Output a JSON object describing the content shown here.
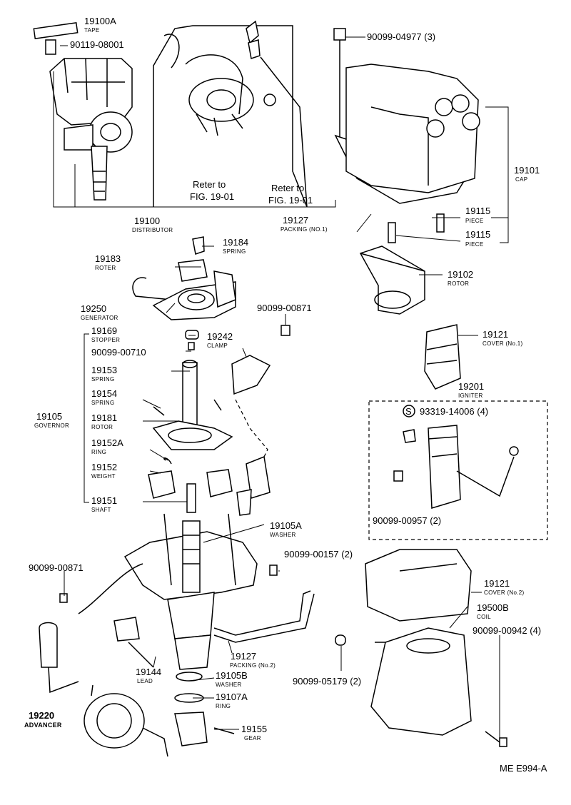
{
  "parts": {
    "p19100A": {
      "number": "19100A",
      "name": "TAPE"
    },
    "p90119": {
      "number": "90119-08001"
    },
    "p19100": {
      "number": "19100",
      "name": "DISTRIBUTOR"
    },
    "p90099_04977": {
      "number": "90099-04977 (3)"
    },
    "p19101": {
      "number": "19101",
      "name": "CAP"
    },
    "p19127_1": {
      "number": "19127",
      "name": "PACKING (NO.1)"
    },
    "p19115a": {
      "number": "19115",
      "name": "PIECE"
    },
    "p19115b": {
      "number": "19115",
      "name": "PIECE"
    },
    "p19184": {
      "number": "19184",
      "name": "SPRING"
    },
    "p19183": {
      "number": "19183",
      "name": "ROTER"
    },
    "p19250": {
      "number": "19250",
      "name": "GENERATOR"
    },
    "p19102": {
      "number": "19102",
      "name": "ROTOR"
    },
    "p90099_00871a": {
      "number": "90099-00871"
    },
    "p19169": {
      "number": "19169",
      "name": "STOPPER"
    },
    "p90099_00710": {
      "number": "90099-00710"
    },
    "p19242": {
      "number": "19242",
      "name": "CLAMP"
    },
    "p19121a": {
      "number": "19121",
      "name": "COVER (No.1)"
    },
    "p19153": {
      "number": "19153",
      "name": "SPRING"
    },
    "p19154": {
      "number": "19154",
      "name": "SPRING"
    },
    "p19201": {
      "number": "19201",
      "name": "IGNITER"
    },
    "p93319": {
      "number": "93319-14006 (4)"
    },
    "p19105": {
      "number": "19105",
      "name": "GOVERNOR"
    },
    "p19181": {
      "number": "19181",
      "name": "ROTOR"
    },
    "p19152A": {
      "number": "19152A",
      "name": "RING"
    },
    "p19152": {
      "number": "19152",
      "name": "WEIGHT"
    },
    "p19151": {
      "number": "19151",
      "name": "SHAFT"
    },
    "p90099_00957": {
      "number": "90099-00957 (2)"
    },
    "p19105A": {
      "number": "19105A",
      "name": "WASHER"
    },
    "p90099_00157": {
      "number": "90099-00157 (2)"
    },
    "p90099_00871b": {
      "number": "90099-00871"
    },
    "p19121b": {
      "number": "19121",
      "name": "COVER (No.2)"
    },
    "p19500B": {
      "number": "19500B",
      "name": "COIL"
    },
    "p90099_00942": {
      "number": "90099-00942 (4)"
    },
    "p19127_2": {
      "number": "19127",
      "name": "PACKING (No.2)"
    },
    "p19144": {
      "number": "19144",
      "name": "LEAD"
    },
    "p19105B": {
      "number": "19105B",
      "name": "WASHER"
    },
    "p90099_05179": {
      "number": "90099-05179 (2)"
    },
    "p19107A": {
      "number": "19107A",
      "name": "RING"
    },
    "p19220": {
      "number": "19220",
      "name": "ADVANCER"
    },
    "p19155": {
      "number": "19155",
      "name": "GEAR"
    }
  },
  "refs": {
    "ref1_line1": "Reter to",
    "ref1_line2": "FIG. 19-01",
    "ref2_line1": "Reter to",
    "ref2_line2": "FIG. 19-01"
  },
  "symbol_s": "S",
  "diagram_code": "ME  E994-A"
}
